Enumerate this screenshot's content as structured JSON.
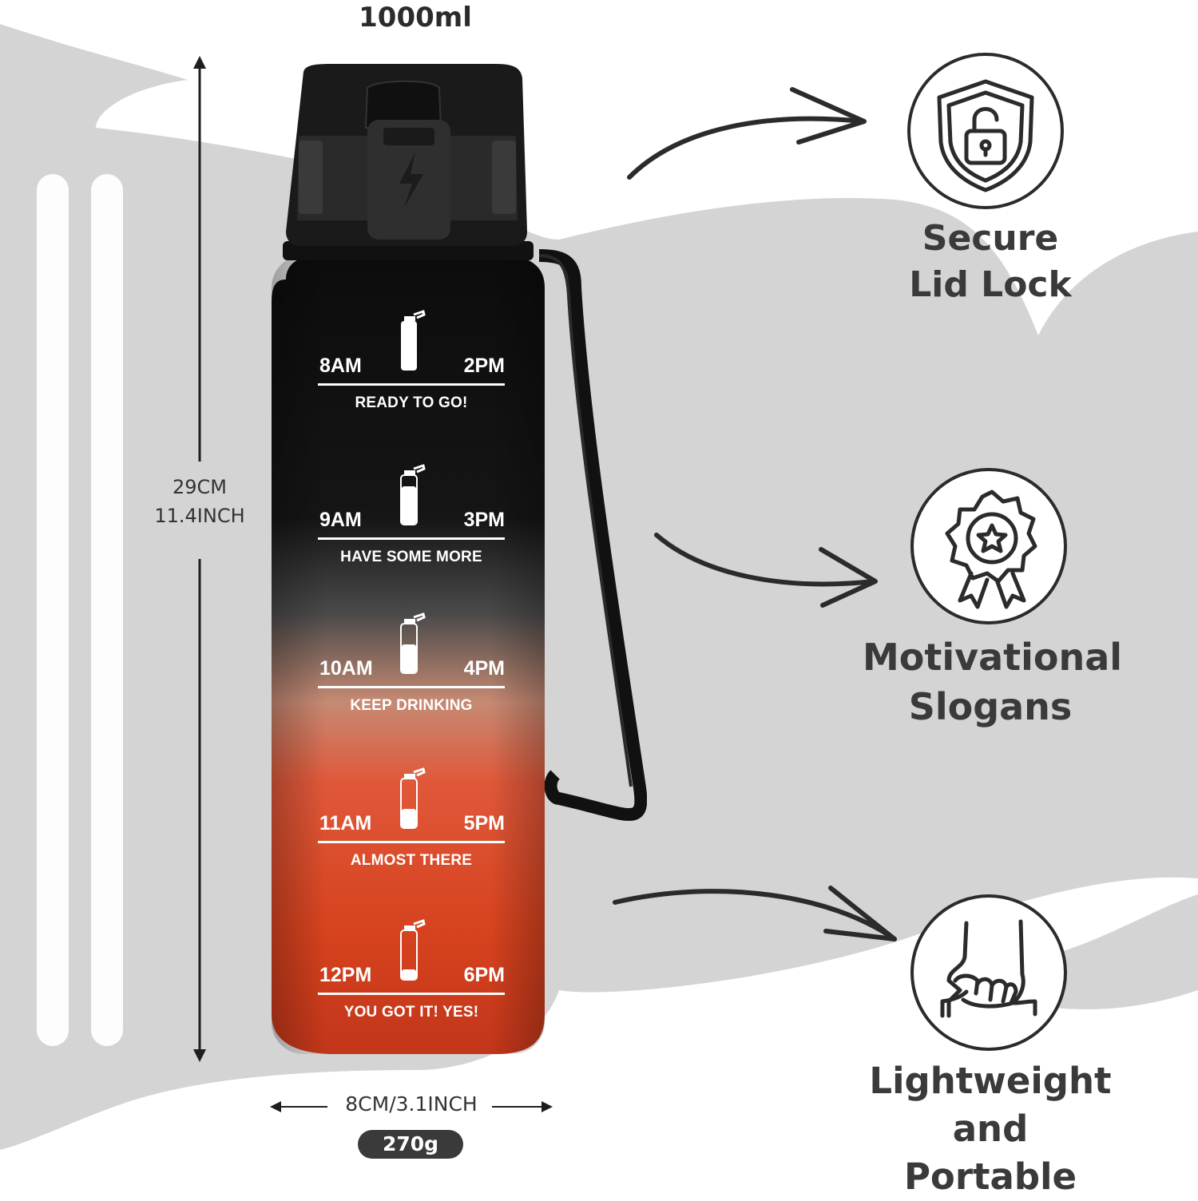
{
  "product": {
    "capacity": "1000ml",
    "height_metric": "29CM",
    "height_imperial": "11.4INCH",
    "width": "8CM/3.1INCH",
    "weight": "270g"
  },
  "time_markers": [
    {
      "left": "8AM",
      "right": "2PM",
      "slogan": "READY TO GO!",
      "fill": 1.0
    },
    {
      "left": "9AM",
      "right": "3PM",
      "slogan": "HAVE SOME MORE",
      "fill": 0.8
    },
    {
      "left": "10AM",
      "right": "4PM",
      "slogan": "KEEP DRINKING",
      "fill": 0.6
    },
    {
      "left": "11AM",
      "right": "5PM",
      "slogan": "ALMOST THERE",
      "fill": 0.4
    },
    {
      "left": "12PM",
      "right": "6PM",
      "slogan": "YOU GOT IT! YES!",
      "fill": 0.2
    }
  ],
  "features": [
    {
      "line1": "Secure",
      "line2": "Lid Lock",
      "icon": "shield-lock-icon"
    },
    {
      "line1": "Motivational",
      "line2": "Slogans",
      "icon": "award-badge-icon"
    },
    {
      "line1": "Lightweight",
      "line2": "and Portable",
      "icon": "hand-grip-icon"
    }
  ],
  "colors": {
    "background_gray": "#d4d4d4",
    "bottle_top": "#0c0c0c",
    "bottle_mid": "#4a4a4a",
    "bottle_bottom": "#d6421e",
    "text_dark": "#3a3a3a"
  }
}
